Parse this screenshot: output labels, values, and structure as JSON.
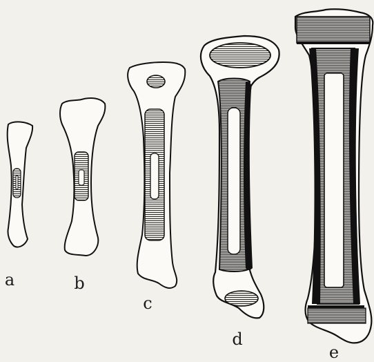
{
  "figure": {
    "background": "#f3f1eb",
    "ink": "#111111",
    "bone_fill": "#fbfaf6",
    "hatch_color": "#2a2a2a",
    "labels": {
      "a": "a",
      "b": "b",
      "c": "c",
      "d": "d",
      "e": "e"
    }
  }
}
